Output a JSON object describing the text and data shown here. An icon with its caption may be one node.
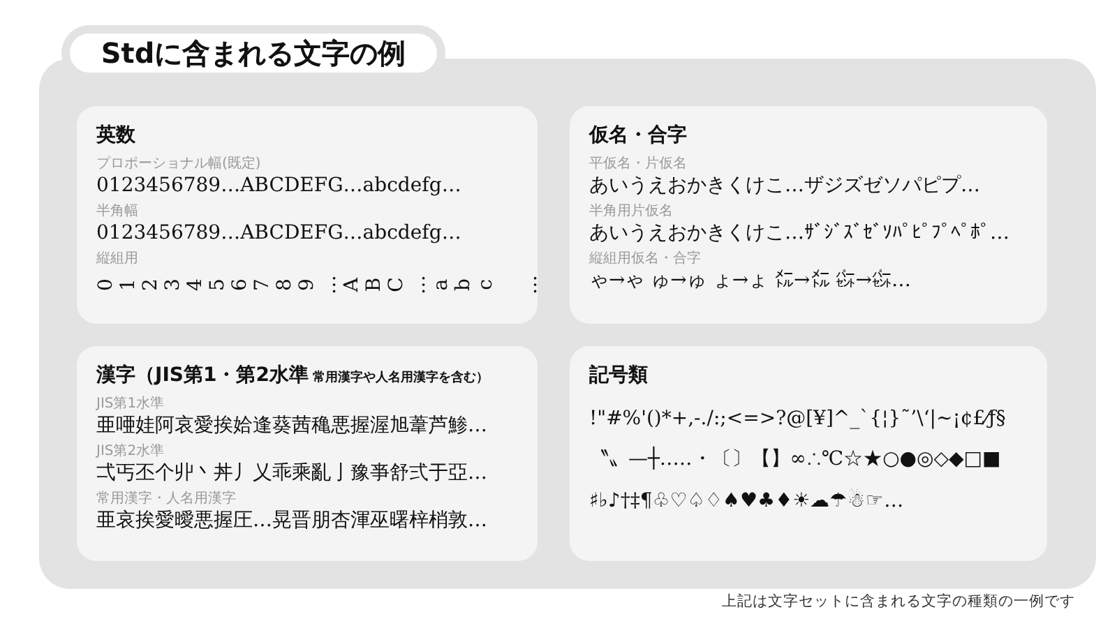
{
  "diagram": {
    "title": "Stdに含まれる文字の例",
    "caption": "上記は文字セットに含まれる文字の種類の一例です",
    "nodes": [
      {
        "text": [
          "英数",
          "プロポーショナル幅(既定)",
          "0123456789…ABCDEFG…abcdefg…",
          "半角幅",
          "0123456789…ABCDEFG…abcdefg…",
          "縦組用",
          "0123456789…ABC…abc …"
        ]
      },
      {
        "text": [
          "仮名・合字",
          "平仮名・片仮名",
          "あいうえおかきくけこ…ザジズゼソパピプ…",
          "半角用片仮名",
          "あいうえおかきくけこ…ｻﾞｼﾞｽﾞｾﾞｿﾊﾟﾋﾟﾌﾟﾍﾟﾎﾟ…",
          "縦組用仮名・合字",
          "ゃ→ゃ ゅ→ゅ ょ→ょ ㍍→㍍ ㌫→㌫…"
        ]
      },
      {
        "text": [
          "漢字（JIS第1・第2水準",
          "常用漢字や人名用漢字を含む）",
          "JIS第1水準",
          "亜唖娃阿哀愛挨姶逢葵茜穐悪握渥旭葦芦鯵…",
          "JIS第2水準",
          "弌丐丕个丱丶丼丿乂乖乘亂亅豫亊舒弍于亞…",
          "常用漢字・人名用漢字",
          "亜哀挨愛曖悪握圧…晃晋朋杏渾巫曙梓梢敦…"
        ]
      },
      {
        "text": [
          "記号類",
          "!\"#%'()*+,-./:;<=>?@[¥]^_`{¦}˜’\\‘|~¡¢£⁄ƒ§",
          "〝〟—┼‥…・〔〕【】∞∴℃☆★○●◎◇◆□■",
          "♯♭♪†‡¶♧♡♤♢♠♥♣♦☀☁☂☃☞…"
        ]
      }
    ]
  }
}
